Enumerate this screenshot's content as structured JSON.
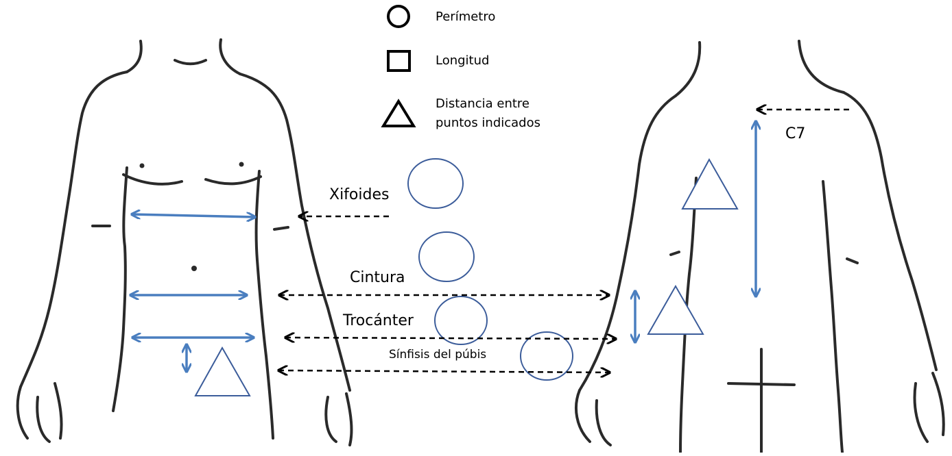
{
  "legend": {
    "perimeter": "Perímetro",
    "length": "Longitud",
    "distance_line1": "Distancia entre",
    "distance_line2": "puntos indicados"
  },
  "labels": {
    "xiphoid": "Xifoides",
    "waist": "Cintura",
    "trochanter": "Trocánter",
    "pubic_symphysis": "Sínfisis del púbis",
    "c7": "C7"
  },
  "colors": {
    "measure_blue": "#4a7ebf",
    "shape_blue": "#3b5c9a",
    "outline": "#2a2a2a",
    "arrow_dashed": "#000000"
  }
}
